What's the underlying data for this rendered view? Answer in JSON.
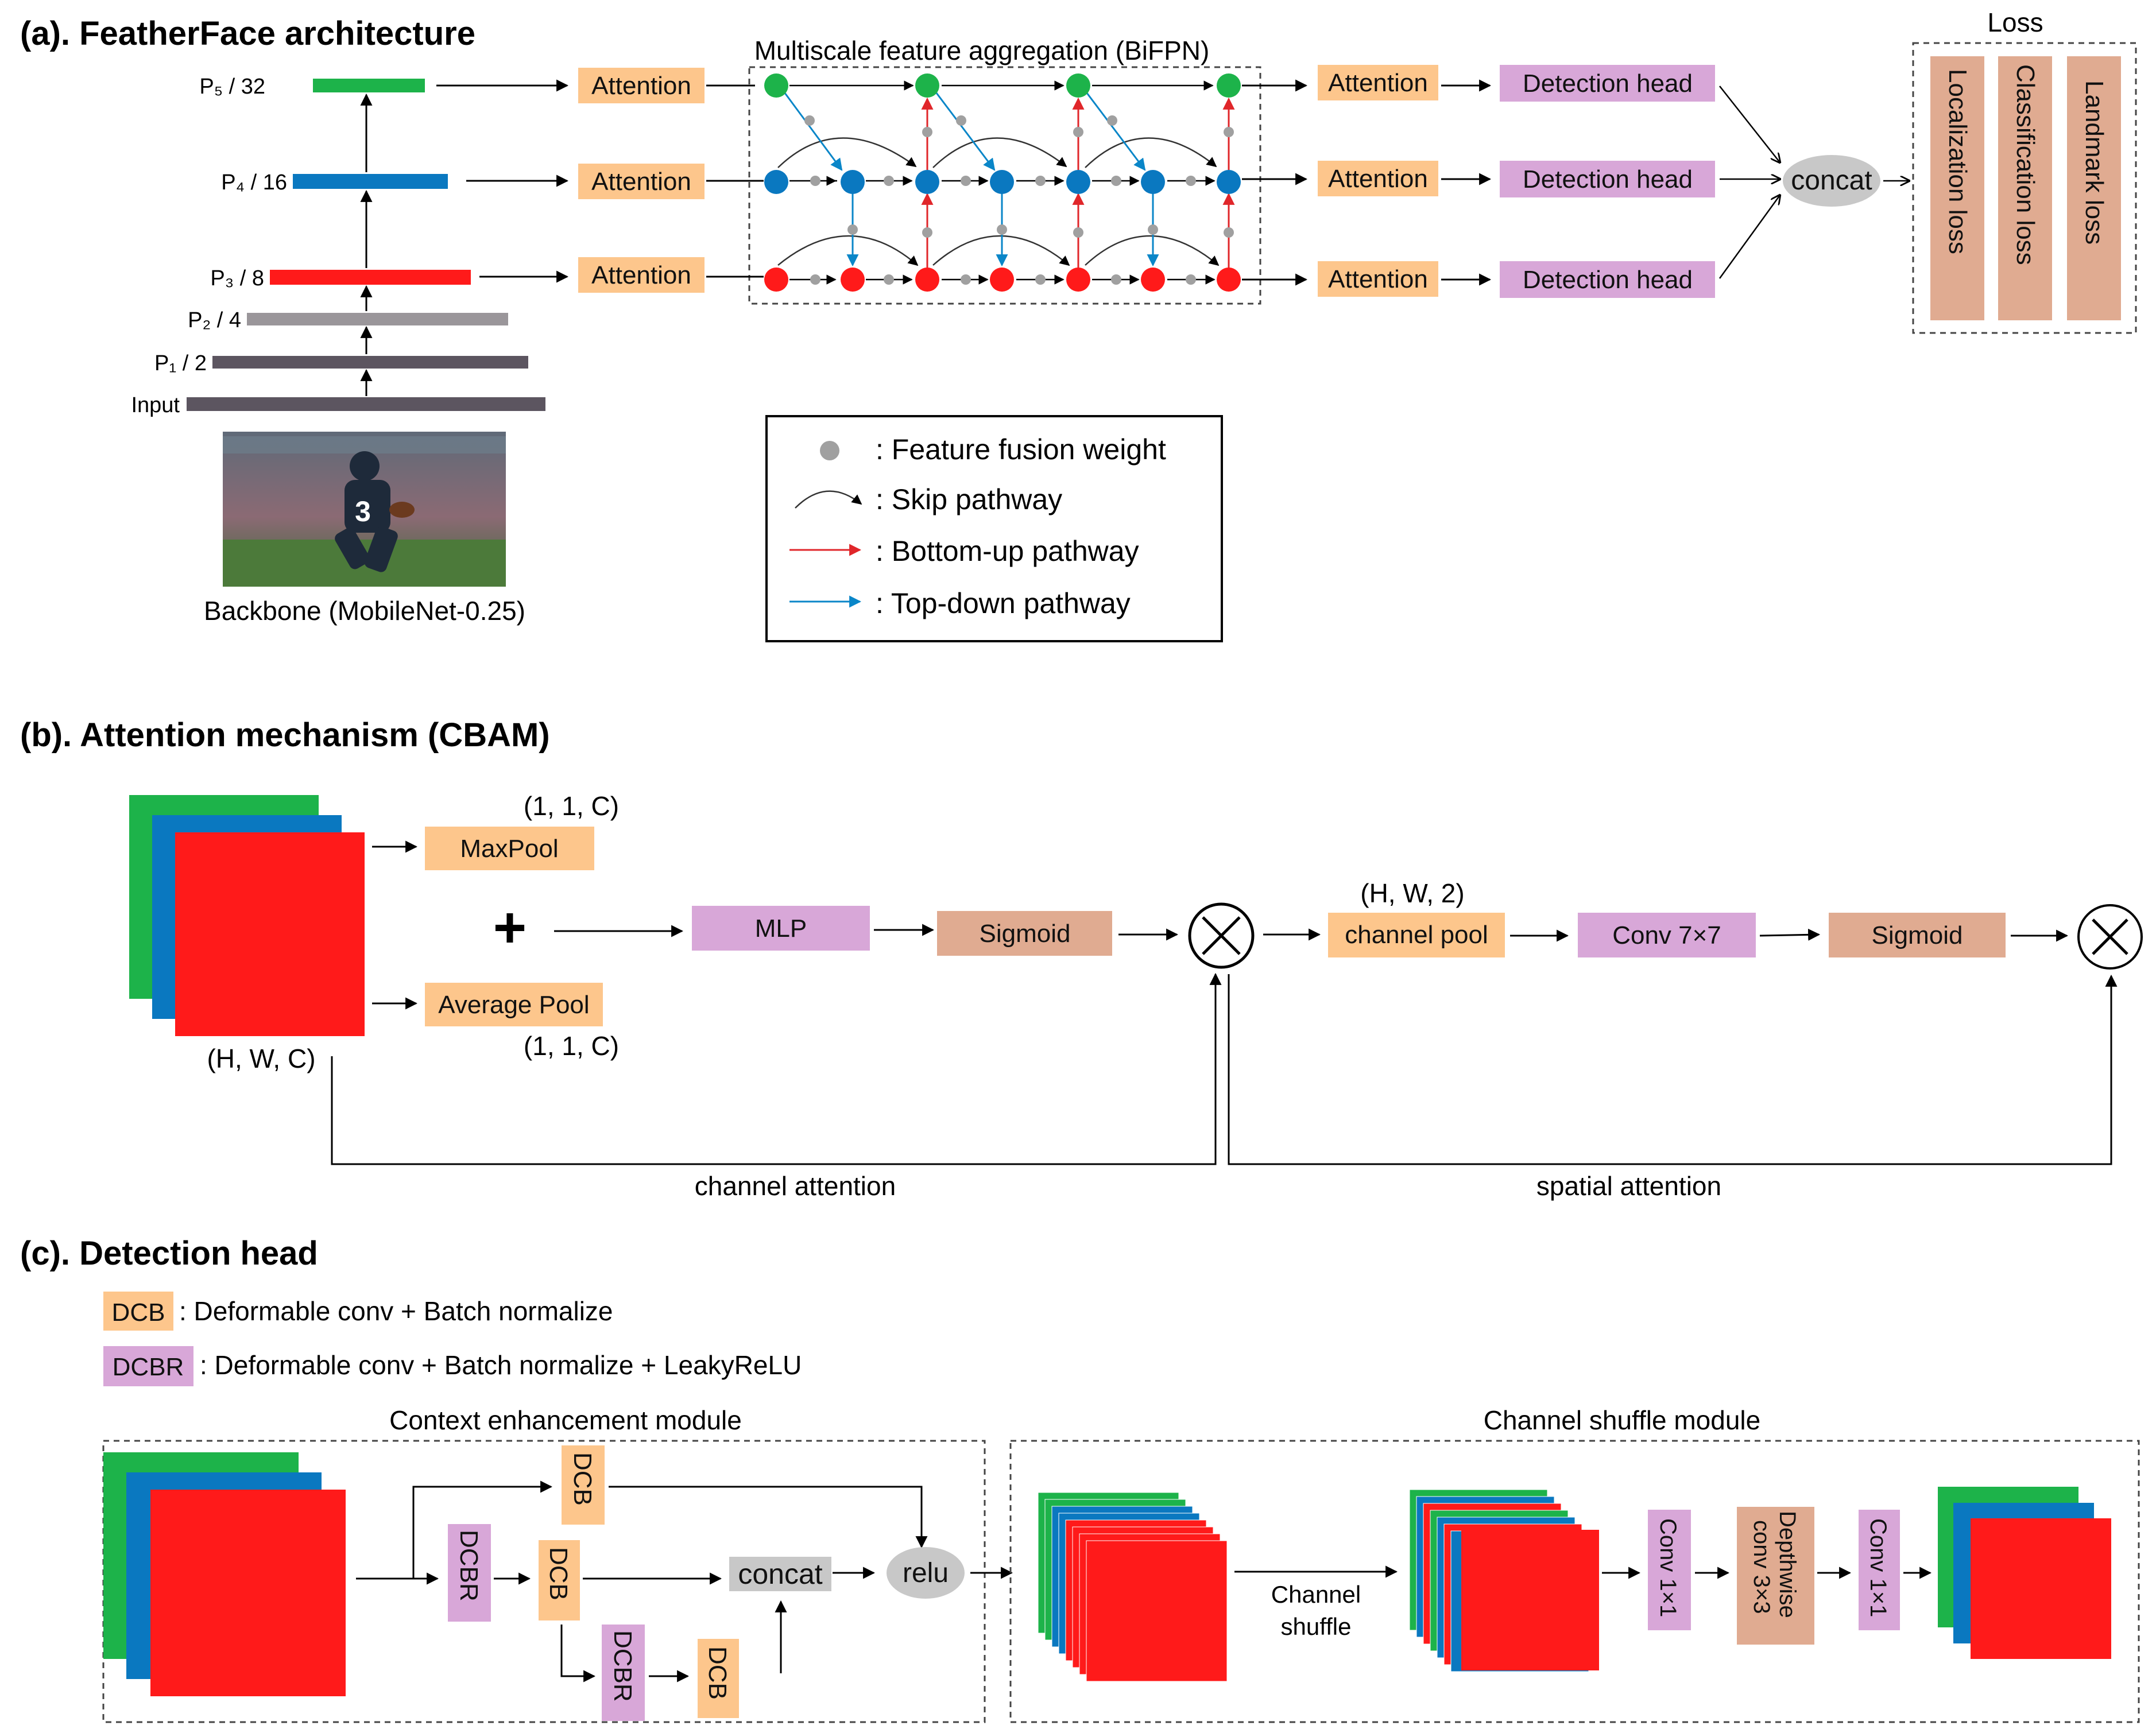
{
  "section_a": {
    "title": "(a). FeatherFace architecture",
    "levels": [
      {
        "label": "P₅ / 32",
        "color": "#1db34a"
      },
      {
        "label": "P₄ / 16",
        "color": "#0a78c0"
      },
      {
        "label": "P₃ / 8",
        "color": "#ff1a1a"
      },
      {
        "label": "P₂ / 4",
        "color": "#9a969a"
      },
      {
        "label": "P₁ / 2",
        "color": "#5c5560"
      },
      {
        "label": "Input",
        "color": "#5c5560"
      }
    ],
    "backbone_label": "Backbone (MobileNet-0.25)",
    "attention_label": "Attention",
    "bifpn_title": "Multiscale feature aggregation (BiFPN)",
    "detection_head_label": "Detection head",
    "concat_label": "concat",
    "loss_title": "Loss",
    "losses": [
      "Localization loss",
      "Classification loss",
      "Landmark loss"
    ],
    "legend": [
      {
        "label": ": Feature fusion weight",
        "icon": "fusion-weight-dot-icon"
      },
      {
        "label": ": Skip pathway",
        "icon": "skip-pathway-arc-icon"
      },
      {
        "label": ": Bottom-up pathway",
        "icon": "red-arrow-icon"
      },
      {
        "label": ": Top-down pathway",
        "icon": "blue-arrow-icon"
      }
    ]
  },
  "section_b": {
    "title": "(b). Attention mechanism (CBAM)",
    "input_shape": "(H, W, C)",
    "maxpool": "MaxPool",
    "avgpool": "Average Pool",
    "pool_shape_top": "(1, 1, C)",
    "pool_shape_bottom": "(1, 1, C)",
    "plus": "+",
    "mlp": "MLP",
    "sigmoid_1": "Sigmoid",
    "channel_pool_shape": "(H, W, 2)",
    "channel_pool": "channel pool",
    "conv": "Conv 7×7",
    "sigmoid_2": "Sigmoid",
    "channel_attention": "channel attention",
    "spatial_attention": "spatial attention"
  },
  "section_c": {
    "title": "(c). Detection head",
    "dcb_tag": "DCB",
    "dcb_desc": ": Deformable conv + Batch normalize",
    "dcbr_tag": "DCBR",
    "dcbr_desc": ": Deformable conv + Batch normalize + LeakyReLU",
    "context_title": "Context enhancement module",
    "shuffle_title": "Channel shuffle module",
    "dcb": "DCB",
    "dcbr": "DCBR",
    "concat": "concat",
    "relu": "relu",
    "shuffle_line1": "Channel",
    "shuffle_line2": "shuffle",
    "conv1x1": "Conv 1×1",
    "dw_line1": "Depthwise",
    "dw_line2": "conv 3×3"
  },
  "colors": {
    "green": "#1db34a",
    "blue": "#0a78c0",
    "red": "#ff1a1a",
    "orange": "#fdc68c",
    "purple": "#d8a7d8",
    "salmon": "#e0ab91",
    "gray_box": "#c8c8c8",
    "gray_node": "#a0a0a0"
  }
}
